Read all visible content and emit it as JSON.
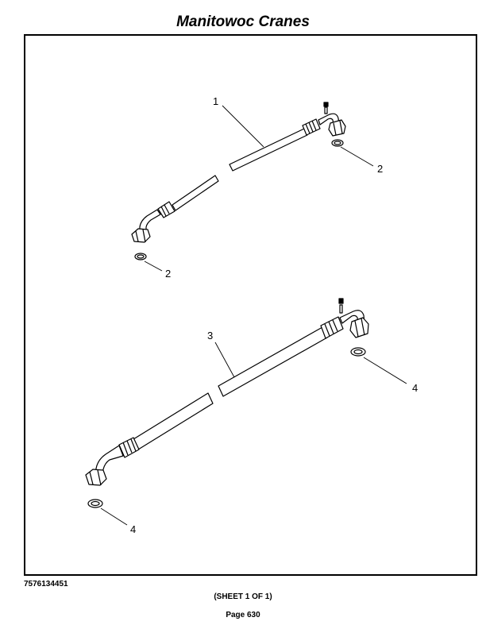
{
  "header": {
    "title": "Manitowoc Cranes"
  },
  "diagram": {
    "callouts": [
      {
        "label": "1"
      },
      {
        "label": "2"
      },
      {
        "label": "2"
      },
      {
        "label": "3"
      },
      {
        "label": "4"
      },
      {
        "label": "4"
      }
    ]
  },
  "footer": {
    "drawing_number": "7576134451",
    "sheet": "(SHEET 1 OF 1)",
    "page": "Page 630"
  }
}
